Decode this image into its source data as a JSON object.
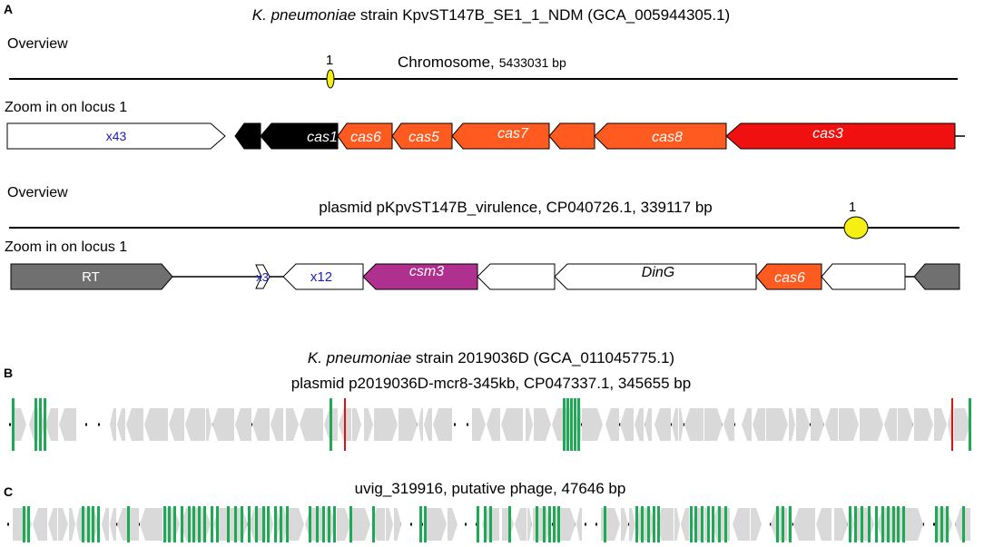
{
  "colors": {
    "black": "#000000",
    "cas_orange": "#ff5a1f",
    "cas_red": "#f01010",
    "csm_magenta": "#b0308f",
    "gray": "#707070",
    "light_gray": "#d9d9d9",
    "green": "#1eaa55",
    "red_marker": "#e01010",
    "locus_yellow": "#f5ef14",
    "repeat_blue": "#1a1acc"
  },
  "panelA": {
    "letter": "A",
    "title_species": "K. pneumoniae",
    "title_rest": " strain KpvST147B_SE1_1_NDM (GCA_005944305.1)",
    "overview1_label": "Overview",
    "chromosome_name": "Chromosome,",
    "chromosome_size": "5433031 bp",
    "locus1_label": "1",
    "zoom1_label": "Zoom in on locus 1",
    "genes1": [
      {
        "label": "x43",
        "kind": "repeat"
      },
      {
        "label": "",
        "kind": "black"
      },
      {
        "label": "cas1",
        "kind": "black"
      },
      {
        "label": "cas6",
        "kind": "orange"
      },
      {
        "label": "cas5",
        "kind": "orange"
      },
      {
        "label": "cas7",
        "kind": "orange"
      },
      {
        "label": "",
        "kind": "orange"
      },
      {
        "label": "cas8",
        "kind": "orange"
      },
      {
        "label": "cas3",
        "kind": "red"
      }
    ],
    "overview2_label": "Overview",
    "plasmid_title": "plasmid pKpvST147B_virulence, CP040726.1, 339117 bp",
    "locus2_label": "1",
    "zoom2_label": "Zoom in on locus 1",
    "genes2": [
      {
        "label": "RT",
        "kind": "gray"
      },
      {
        "label": "x3",
        "kind": "repeat"
      },
      {
        "label": "x12",
        "kind": "repeat"
      },
      {
        "label": "csm3",
        "kind": "magenta"
      },
      {
        "label": "",
        "kind": "white"
      },
      {
        "label": "DinG",
        "kind": "white"
      },
      {
        "label": "cas6",
        "kind": "orange"
      },
      {
        "label": "",
        "kind": "white"
      },
      {
        "label": "",
        "kind": "gray"
      }
    ]
  },
  "panelB": {
    "letter": "B",
    "title_species": "K. pneumoniae",
    "title_rest": " strain 2019036D (GCA_011045775.1)",
    "subtitle": "plasmid p2019036D-mcr8-345kb, CP047337.1, 345655 bp"
  },
  "panelC": {
    "letter": "C",
    "title": "uvig_319916, putative phage, 47646 bp"
  }
}
